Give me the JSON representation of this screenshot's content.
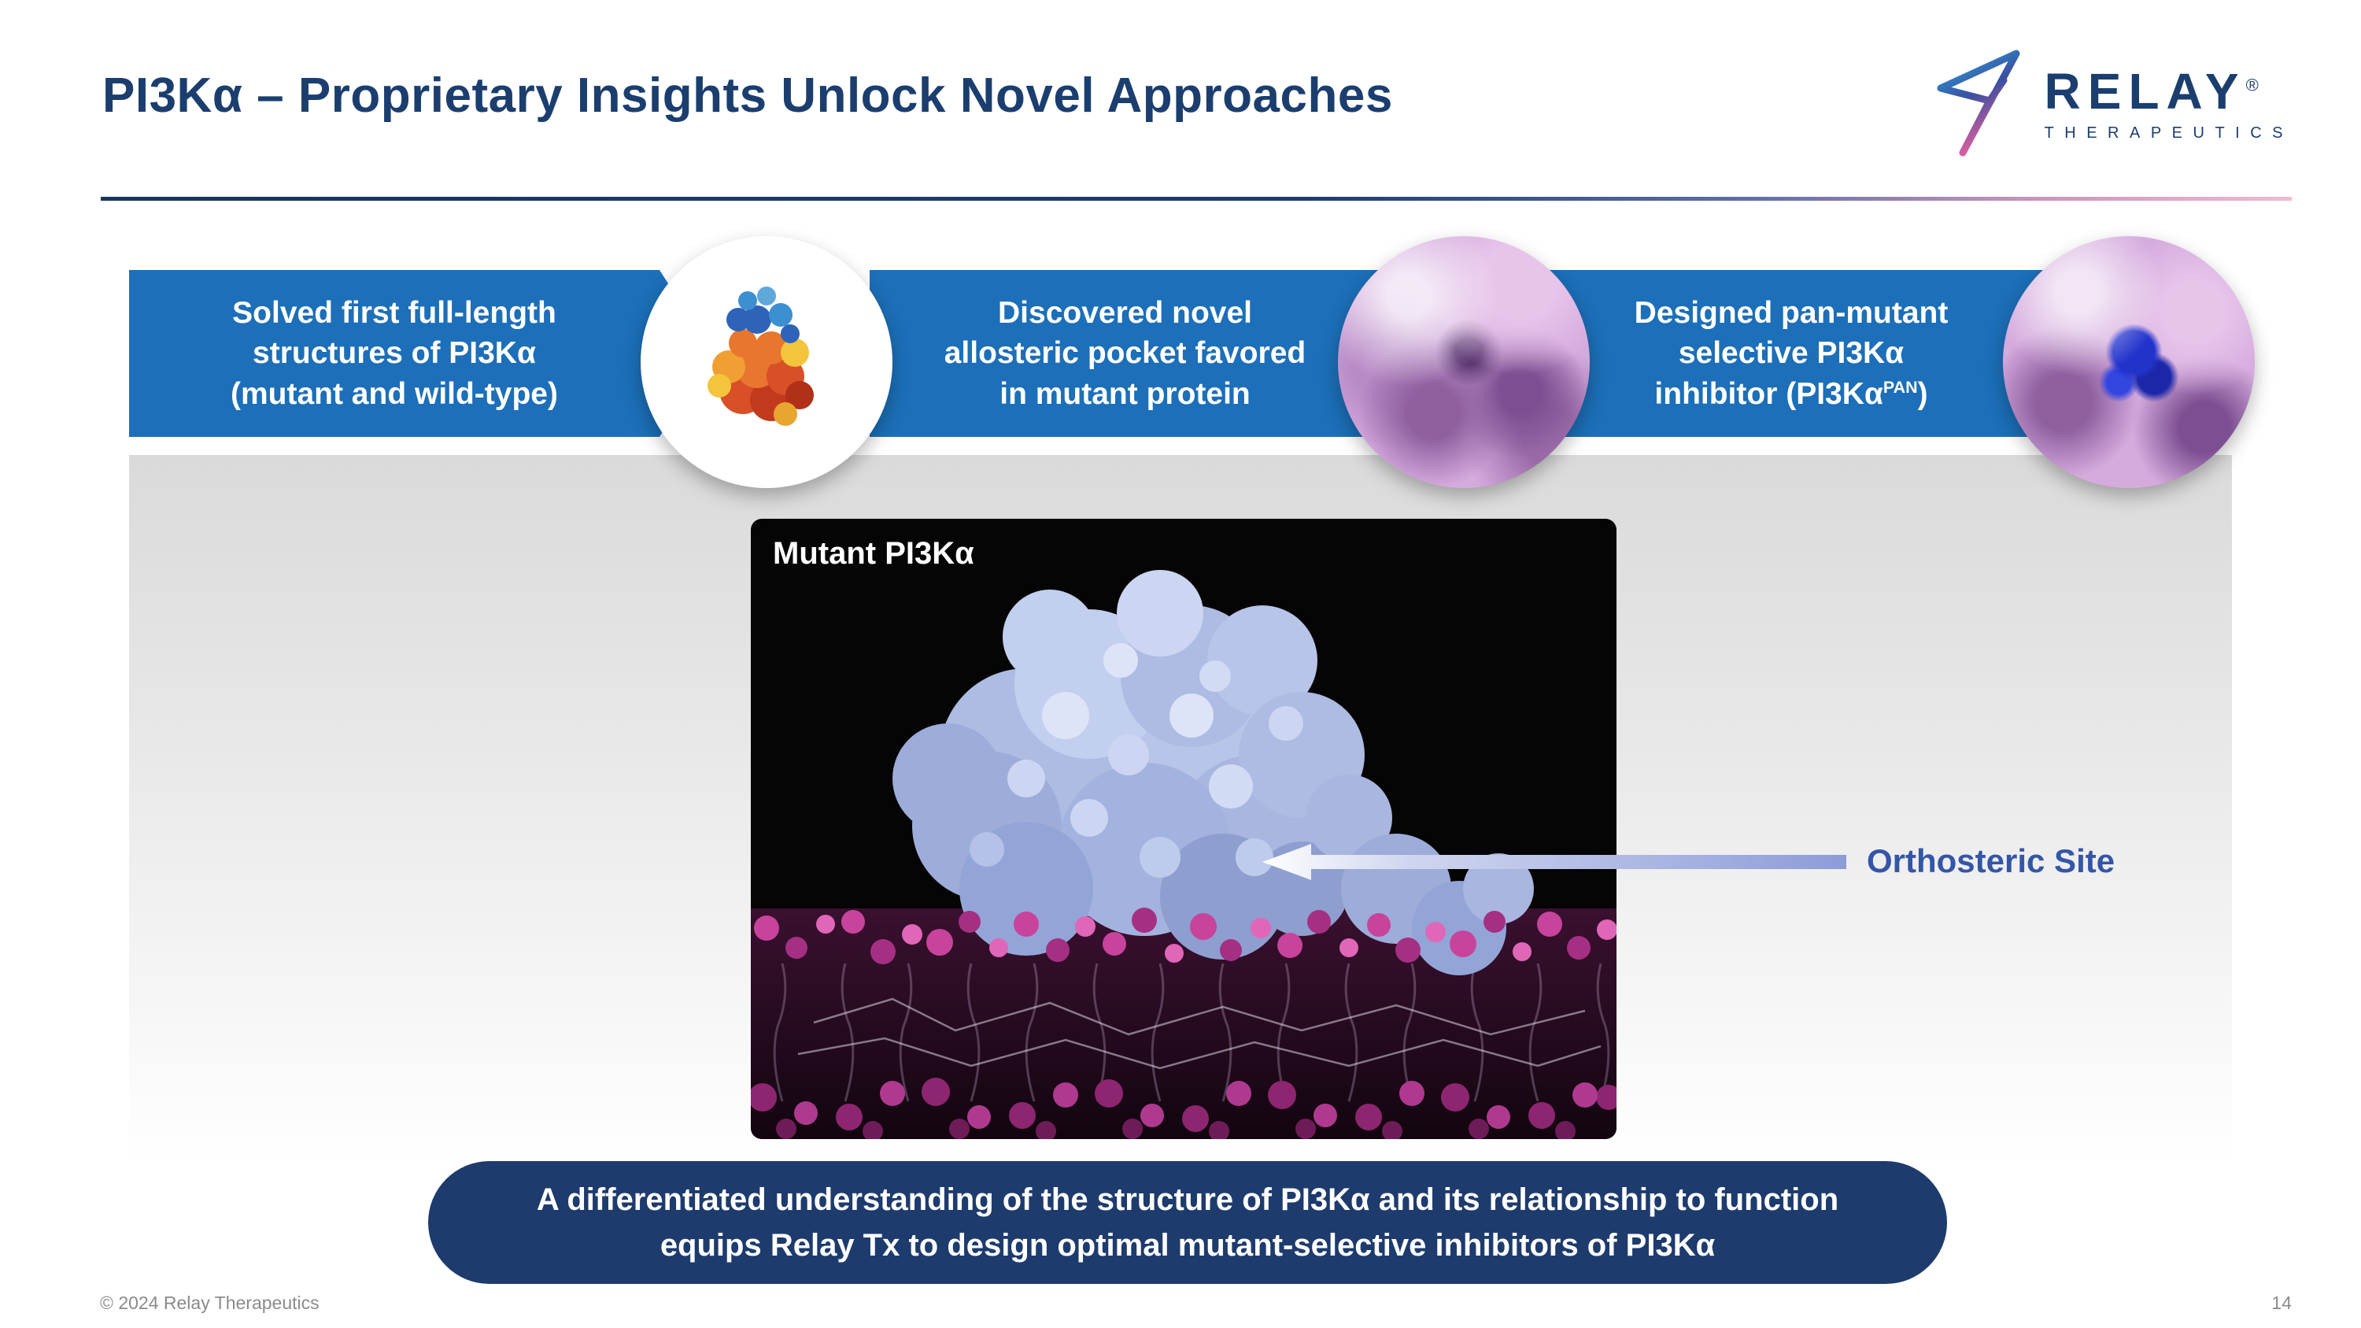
{
  "colors": {
    "title_navy": "#1B3E6F",
    "banner_blue": "#1C6FB8",
    "pill_navy": "#1E3B6D",
    "annotation_blue": "#3456A8",
    "divider_pink": "#F2B9D3",
    "membrane_magenta": "#C8439B",
    "protein_lavender": "#AEBBE3"
  },
  "header": {
    "title": "PI3Kα – Proprietary Insights Unlock Novel Approaches",
    "logo": {
      "brand": "RELAY",
      "registered": "®",
      "tagline": "THERAPEUTICS"
    }
  },
  "flow": {
    "banners": [
      {
        "lines": [
          "Solved first full-length",
          "structures of PI3Kα",
          "(mutant and wild-type)"
        ]
      },
      {
        "lines": [
          "Discovered novel",
          "allosteric pocket favored",
          "in mutant protein"
        ]
      },
      {
        "line1": "Designed pan-mutant",
        "line2": "selective PI3Kα",
        "line3_prefix": "inhibitor (PI3Kα",
        "line3_sup": "PAN",
        "line3_suffix": ")"
      }
    ]
  },
  "figure": {
    "label": "Mutant PI3Kα",
    "annotation": "Orthosteric Site"
  },
  "takeaway": {
    "line1": "A differentiated understanding of the structure of PI3Kα and its relationship to function",
    "line2": "equips Relay Tx to design optimal mutant-selective inhibitors of PI3Kα"
  },
  "footer": {
    "copyright": "© 2024 Relay Therapeutics",
    "page_number": "14"
  }
}
